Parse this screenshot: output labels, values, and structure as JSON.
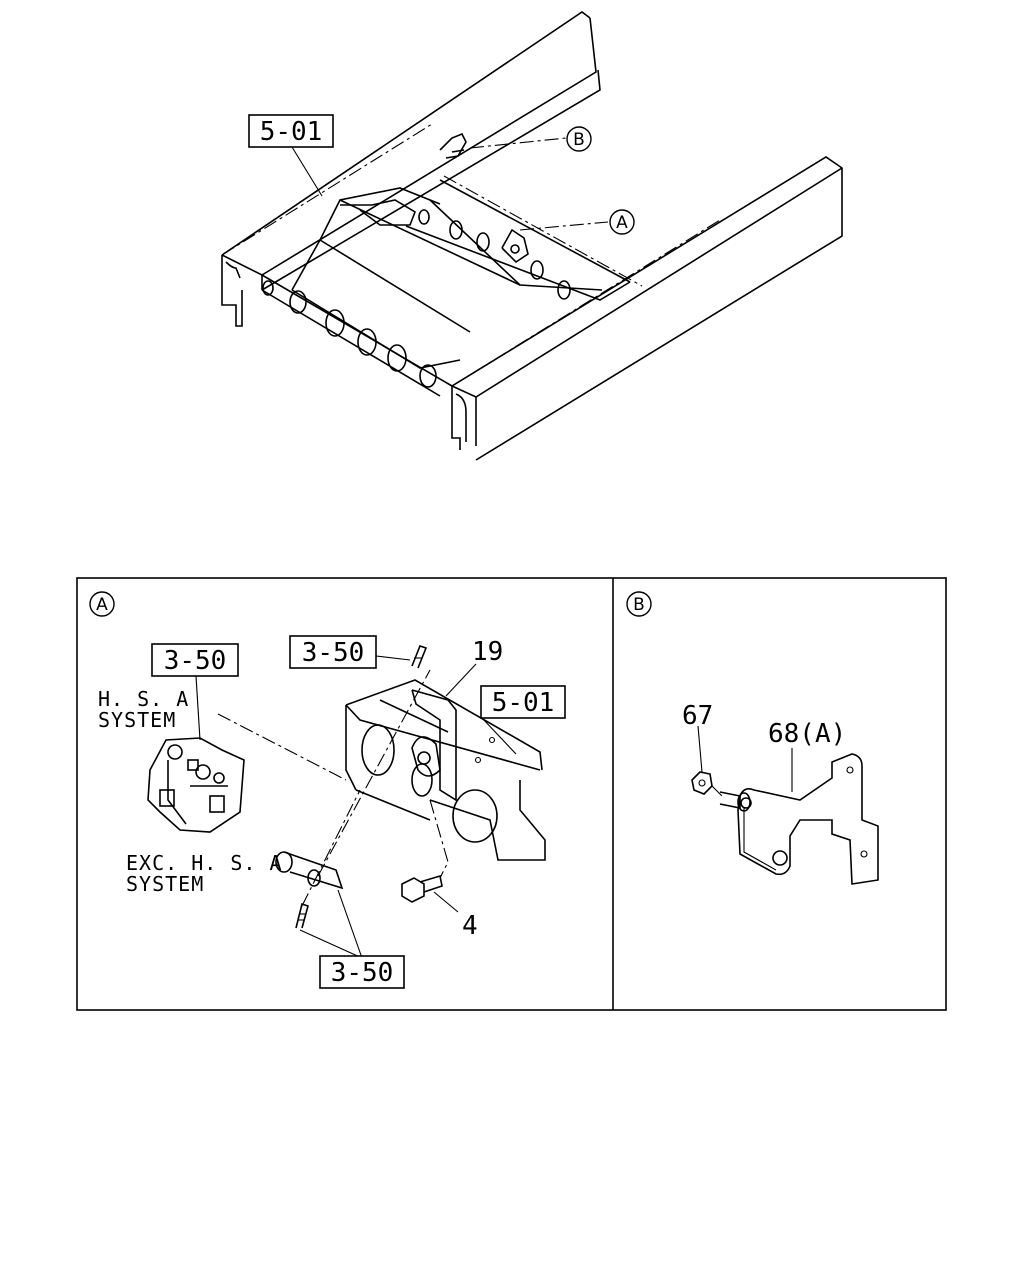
{
  "overview": {
    "frame_callout": "5-01",
    "ref_a": "A",
    "ref_b": "B"
  },
  "detail_a": {
    "marker": "A",
    "callouts": {
      "ref_left": "3-50",
      "ref_top": "3-50",
      "ref_bottom": "3-50",
      "frame": "5-01",
      "part_19": "19",
      "part_4": "4"
    },
    "hsa_line1": "H. S. A",
    "hsa_line2": "SYSTEM",
    "exc_line1": "EXC. H. S. A",
    "exc_line2": "SYSTEM"
  },
  "detail_b": {
    "marker": "B",
    "part_67": "67",
    "part_68": "68(A)"
  }
}
